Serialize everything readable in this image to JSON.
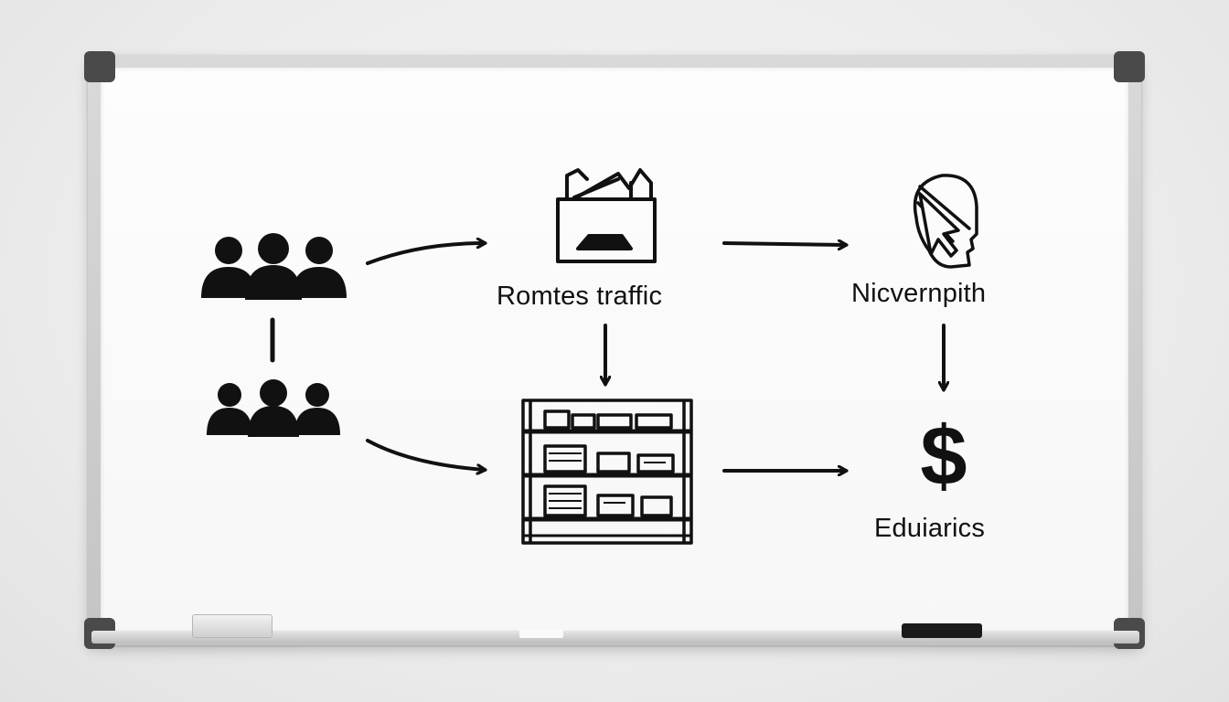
{
  "diagram": {
    "labels": {
      "traffic": "Romtes traffic",
      "analysis": "Nicvernpith",
      "revenue": "Eduiarics"
    },
    "icons": {
      "audience_top": "group-people-icon",
      "audience_bottom": "group-people-icon",
      "storefront": "storefront-icon",
      "cursor_head": "cursor-head-icon",
      "shelves": "store-shelves-icon",
      "revenue": "dollar-sign-icon"
    },
    "colors": {
      "ink": "#111111",
      "board": "#fafafa",
      "frame": "#c8c8c8",
      "corner": "#4a4a4a"
    }
  }
}
